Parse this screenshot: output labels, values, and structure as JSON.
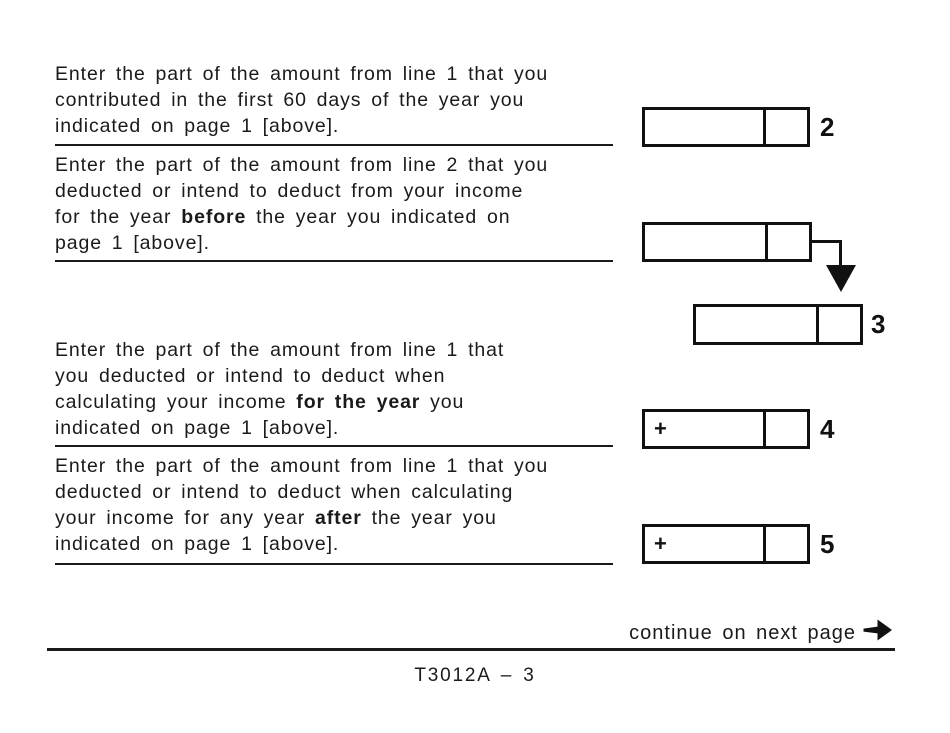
{
  "form": {
    "instructions": [
      {
        "pre": "Enter the part of the amount from line 1 that you\ncontributed in the first 60 days of the year you\nindicated on page 1 [above].",
        "bold": "",
        "post": ""
      },
      {
        "pre": "Enter the part of the amount from line 2 that you\ndeducted or intend to deduct from your income\nfor the year ",
        "bold": "before",
        "post": " the year you indicated on\npage 1 [above]."
      },
      {
        "pre": "Enter the part of the amount from line 1 that\nyou deducted or intend to deduct when\ncalculating your income ",
        "bold": "for the year",
        "post": " you\nindicated on page 1 [above]."
      },
      {
        "pre": "Enter the part of the amount from line 1 that you\ndeducted or intend to deduct when calculating\nyour income for any year ",
        "bold": "after",
        "post": " the year you\nindicated on page 1 [above]."
      }
    ],
    "boxes": [
      {
        "label": "2",
        "prefix": "",
        "value": "",
        "cents": ""
      },
      {
        "label": "",
        "prefix": "",
        "value": "",
        "cents": ""
      },
      {
        "label": "3",
        "prefix": "",
        "value": "",
        "cents": ""
      },
      {
        "label": "4",
        "prefix": "+",
        "value": "",
        "cents": ""
      },
      {
        "label": "5",
        "prefix": "+",
        "value": "",
        "cents": ""
      }
    ],
    "footer": {
      "continue_label": "continue on next page",
      "form_id": "T3012A – 3"
    },
    "colors": {
      "ink": "#111111",
      "paper": "#ffffff"
    }
  }
}
